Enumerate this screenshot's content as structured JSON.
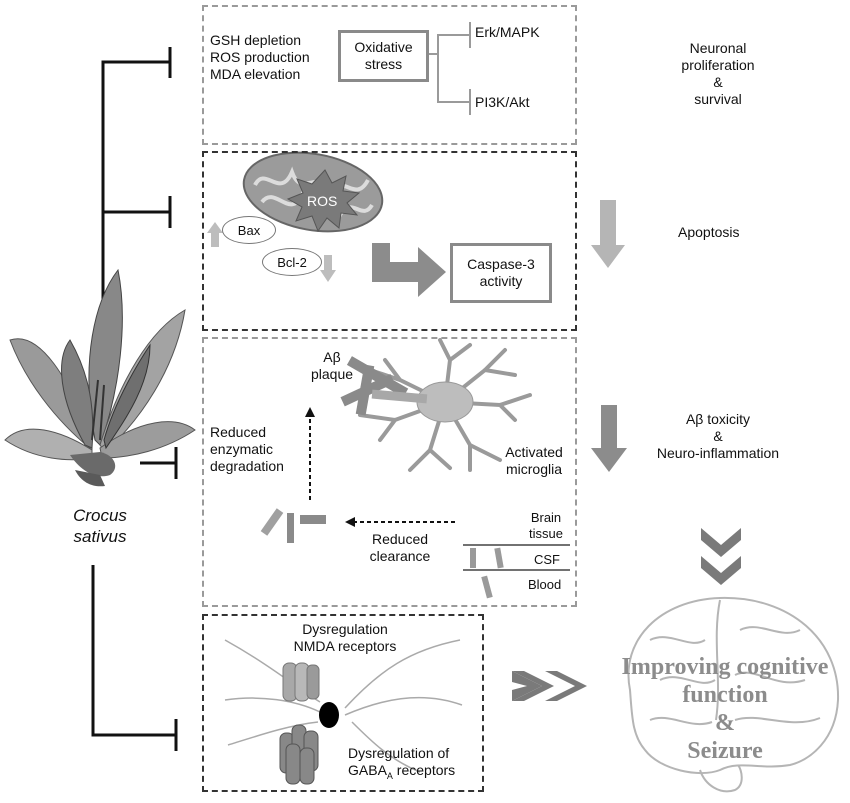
{
  "plant": {
    "name_line1": "Crocus",
    "name_line2": "sativus"
  },
  "panel1": {
    "markers": [
      "GSH depletion",
      "ROS production",
      "MDA elevation"
    ],
    "stress_box": {
      "line1": "Oxidative",
      "line2": "stress"
    },
    "pathways": [
      "Erk/MAPK",
      "PI3K/Akt"
    ],
    "outcome": {
      "line1": "Neuronal",
      "line2": "proliferation",
      "line3": "&",
      "line4": "survival"
    }
  },
  "panel2": {
    "ros_label": "ROS",
    "bax_label": "Bax",
    "bcl2_label": "Bcl-2",
    "caspase_box": {
      "line1": "Caspase-3",
      "line2": "activity"
    },
    "outcome": "Apoptosis"
  },
  "panel3": {
    "abeta_plaque": {
      "line1": "Aβ",
      "line2": "plaque"
    },
    "reduced_degradation": {
      "line1": "Reduced",
      "line2": "enzymatic",
      "line3": "degradation"
    },
    "microglia": {
      "line1": "Activated",
      "line2": "microglia"
    },
    "reduced_clearance": {
      "line1": "Reduced",
      "line2": "clearance"
    },
    "compartments": {
      "brain_line1": "Brain",
      "brain_line2": "tissue",
      "csf": "CSF",
      "blood": "Blood"
    },
    "outcome": {
      "line1": "Aβ toxicity",
      "line2": "&",
      "line3": "Neuro-inflammation"
    }
  },
  "panel4": {
    "nmda": {
      "line1": "Dysregulation",
      "line2": "NMDA receptors"
    },
    "gaba": {
      "line1": "Dysregulation of",
      "line2_prefix": "GABA",
      "line2_sub": "A",
      "line2_suffix": " receptors"
    }
  },
  "brain_text": {
    "line1": "Improving cognitive",
    "line2": "function",
    "line3": "&",
    "line4": "Seizure"
  },
  "colors": {
    "arrow": "#9e9e9e",
    "arrow_dark": "#7d7d7d",
    "chevron": "#7a7a7a",
    "line": "#111111",
    "flower": "#8a8a8a"
  }
}
